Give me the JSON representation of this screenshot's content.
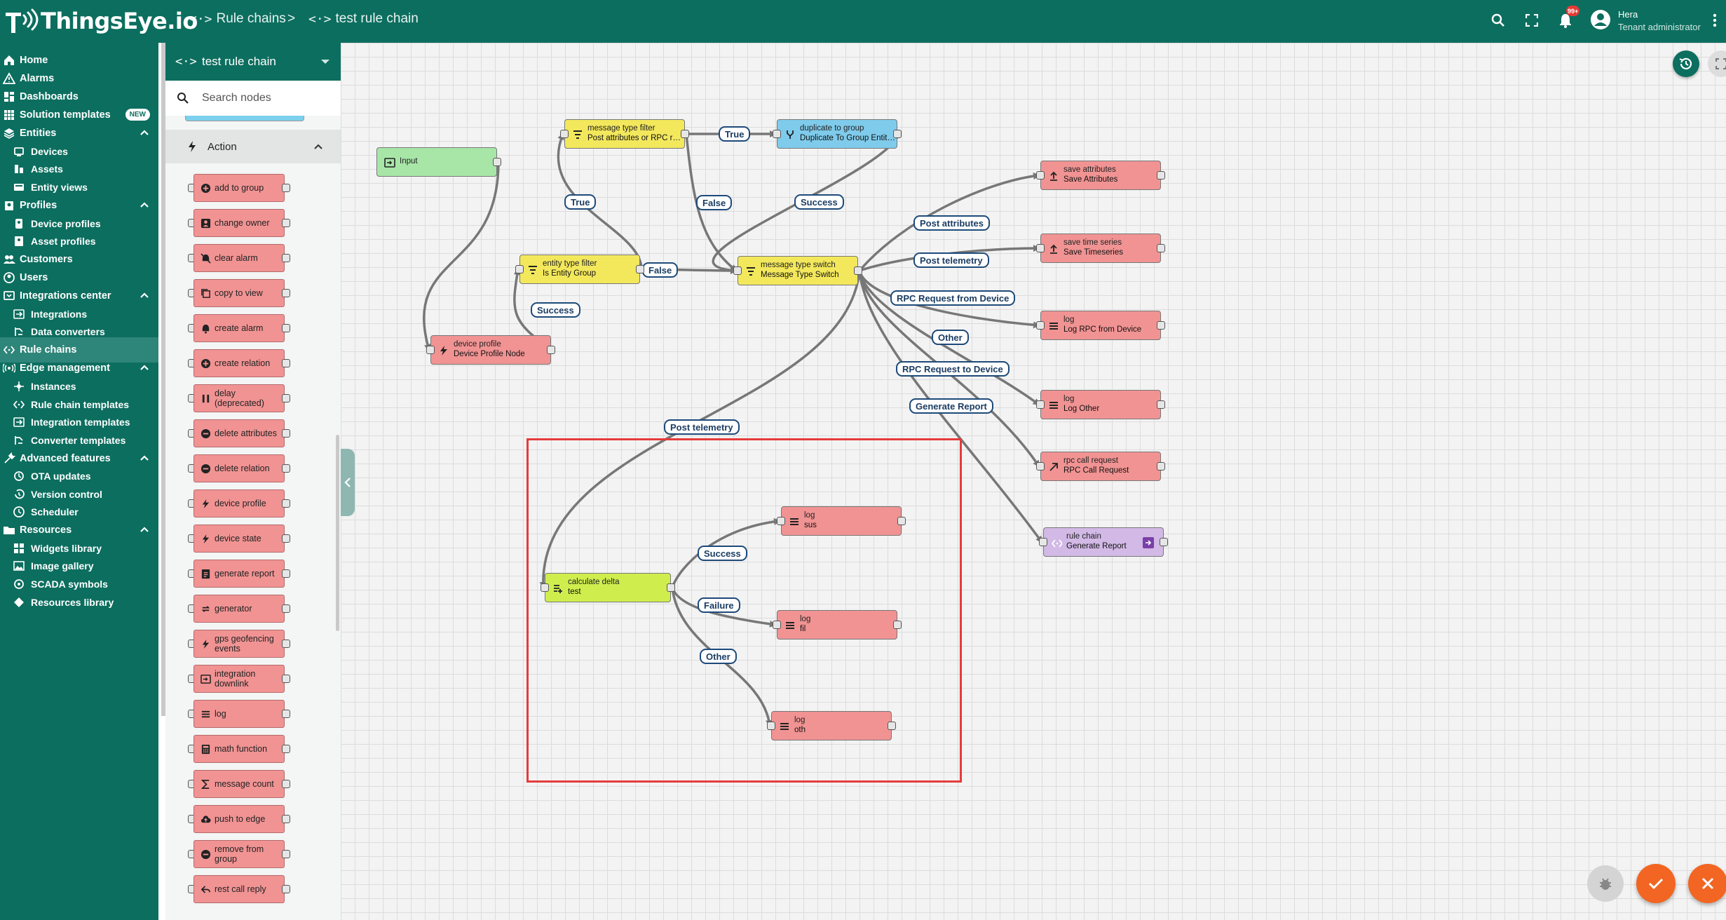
{
  "header": {
    "logo_text": "ThingsEye.io",
    "breadcrumb": [
      {
        "icon": "rule-chain-icon",
        "label": "Rule chains"
      },
      {
        "icon": "rule-chain-icon",
        "label": "test rule chain"
      }
    ],
    "breadcrumb_separator": ">",
    "notification_count": "99+",
    "user_name": "Hera",
    "user_role": "Tenant administrator"
  },
  "sidebar": {
    "items": [
      {
        "label": "Home",
        "icon": "home-icon",
        "level": 0
      },
      {
        "label": "Alarms",
        "icon": "warning-icon",
        "level": 0
      },
      {
        "label": "Dashboards",
        "icon": "dashboard-icon",
        "level": 0
      },
      {
        "label": "Solution templates",
        "icon": "grid-icon",
        "level": 0,
        "badge": "NEW"
      },
      {
        "label": "Entities",
        "icon": "entities-icon",
        "level": 0,
        "expanded": true
      },
      {
        "label": "Devices",
        "icon": "device-icon",
        "level": 1
      },
      {
        "label": "Assets",
        "icon": "asset-icon",
        "level": 1
      },
      {
        "label": "Entity views",
        "icon": "entity-view-icon",
        "level": 1
      },
      {
        "label": "Profiles",
        "icon": "profiles-icon",
        "level": 0,
        "expanded": true
      },
      {
        "label": "Device profiles",
        "icon": "device-profile-icon",
        "level": 1
      },
      {
        "label": "Asset profiles",
        "icon": "asset-profile-icon",
        "level": 1
      },
      {
        "label": "Customers",
        "icon": "customers-icon",
        "level": 0
      },
      {
        "label": "Users",
        "icon": "user-icon",
        "level": 0
      },
      {
        "label": "Integrations center",
        "icon": "integrations-center-icon",
        "level": 0,
        "expanded": true
      },
      {
        "label": "Integrations",
        "icon": "integration-icon",
        "level": 1
      },
      {
        "label": "Data converters",
        "icon": "converter-icon",
        "level": 1
      },
      {
        "label": "Rule chains",
        "icon": "rule-chain-icon",
        "level": 0,
        "active": true
      },
      {
        "label": "Edge management",
        "icon": "edge-icon",
        "level": 0,
        "expanded": true
      },
      {
        "label": "Instances",
        "icon": "instances-icon",
        "level": 1
      },
      {
        "label": "Rule chain templates",
        "icon": "rule-chain-icon",
        "level": 1
      },
      {
        "label": "Integration templates",
        "icon": "integration-icon",
        "level": 1
      },
      {
        "label": "Converter templates",
        "icon": "converter-icon",
        "level": 1
      },
      {
        "label": "Advanced features",
        "icon": "tools-icon",
        "level": 0,
        "expanded": true
      },
      {
        "label": "OTA updates",
        "icon": "ota-icon",
        "level": 1
      },
      {
        "label": "Version control",
        "icon": "history-icon",
        "level": 1
      },
      {
        "label": "Scheduler",
        "icon": "clock-icon",
        "level": 1
      },
      {
        "label": "Resources",
        "icon": "folder-icon",
        "level": 0,
        "expanded": true
      },
      {
        "label": "Widgets library",
        "icon": "widgets-icon",
        "level": 1
      },
      {
        "label": "Image gallery",
        "icon": "image-icon",
        "level": 1
      },
      {
        "label": "SCADA symbols",
        "icon": "scada-icon",
        "level": 1
      },
      {
        "label": "Resources library",
        "icon": "library-icon",
        "level": 1
      }
    ]
  },
  "library": {
    "chain_select": "test rule chain",
    "search_placeholder": "Search nodes",
    "section_title": "Action",
    "nodes": [
      {
        "label": "add to group",
        "icon": "add-circle-icon"
      },
      {
        "label": "change owner",
        "icon": "owner-icon"
      },
      {
        "label": "clear alarm",
        "icon": "alarm-off-icon"
      },
      {
        "label": "copy to view",
        "icon": "copy-icon"
      },
      {
        "label": "create alarm",
        "icon": "alarm-icon"
      },
      {
        "label": "create relation",
        "icon": "add-circle-icon"
      },
      {
        "label": "delay (deprecated)",
        "icon": "pause-icon"
      },
      {
        "label": "delete attributes",
        "icon": "remove-circle-icon"
      },
      {
        "label": "delete relation",
        "icon": "remove-circle-icon"
      },
      {
        "label": "device profile",
        "icon": "bolt-icon"
      },
      {
        "label": "device state",
        "icon": "bolt-icon"
      },
      {
        "label": "generate report",
        "icon": "report-icon"
      },
      {
        "label": "generator",
        "icon": "repeat-icon"
      },
      {
        "label": "gps geofencing events",
        "icon": "bolt-icon"
      },
      {
        "label": "integration downlink",
        "icon": "input-icon"
      },
      {
        "label": "log",
        "icon": "menu-icon"
      },
      {
        "label": "math function",
        "icon": "calculator-icon"
      },
      {
        "label": "message count",
        "icon": "sigma-icon"
      },
      {
        "label": "push to edge",
        "icon": "cloud-upload-icon"
      },
      {
        "label": "remove from group",
        "icon": "remove-circle-icon"
      },
      {
        "label": "rest call reply",
        "icon": "reply-icon"
      }
    ]
  },
  "canvas": {
    "nodes": [
      {
        "id": "input",
        "type": "Input",
        "name": "",
        "color": "#a8e6a8",
        "icon": "input-icon"
      },
      {
        "id": "mtf",
        "type": "message type filter",
        "name": "Post attributes or RPC request",
        "color": "#f3e85c",
        "icon": "filter-icon"
      },
      {
        "id": "dtg",
        "type": "duplicate to group",
        "name": "Duplicate To Group Entities",
        "color": "#7fcbeb",
        "icon": "fork-icon"
      },
      {
        "id": "etf",
        "type": "entity type filter",
        "name": "Is Entity Group",
        "color": "#f3e85c",
        "icon": "filter-icon"
      },
      {
        "id": "mts",
        "type": "message type switch",
        "name": "Message Type Switch",
        "color": "#f3e85c",
        "icon": "filter-icon"
      },
      {
        "id": "dp",
        "type": "device profile",
        "name": "Device Profile Node",
        "color": "#f19393",
        "icon": "bolt-icon"
      },
      {
        "id": "sa",
        "type": "save attributes",
        "name": "Save Attributes",
        "color": "#f19393",
        "icon": "upload-icon"
      },
      {
        "id": "sts",
        "type": "save time series",
        "name": "Save Timeseries",
        "color": "#f19393",
        "icon": "upload-icon"
      },
      {
        "id": "lrpc",
        "type": "log",
        "name": "Log RPC from Device",
        "color": "#f19393",
        "icon": "menu-icon"
      },
      {
        "id": "lother",
        "type": "log",
        "name": "Log Other",
        "color": "#f19393",
        "icon": "menu-icon"
      },
      {
        "id": "rpc",
        "type": "rpc call request",
        "name": "RPC Call Request",
        "color": "#f19393",
        "icon": "arrow-up-right-icon"
      },
      {
        "id": "rc",
        "type": "rule chain",
        "name": "Generate Report",
        "color": "#d2b9e6",
        "icon": "rule-chain-icon"
      },
      {
        "id": "cd",
        "type": "calculate delta",
        "name": "test",
        "color": "#cfee4e",
        "icon": "delta-icon"
      },
      {
        "id": "lsus",
        "type": "log",
        "name": "sus",
        "color": "#f19393",
        "icon": "menu-icon"
      },
      {
        "id": "lfil",
        "type": "log",
        "name": "fil",
        "color": "#f19393",
        "icon": "menu-icon"
      },
      {
        "id": "loth",
        "type": "log",
        "name": "oth",
        "color": "#f19393",
        "icon": "menu-icon"
      }
    ],
    "links": [
      {
        "from": "input",
        "to": "dp",
        "label": ""
      },
      {
        "from": "dp",
        "to": "etf",
        "label": "Success"
      },
      {
        "from": "etf",
        "to": "mtf",
        "label": "True"
      },
      {
        "from": "etf",
        "to": "mts",
        "label": "False"
      },
      {
        "from": "mtf",
        "to": "dtg",
        "label": "True"
      },
      {
        "from": "mtf",
        "to": "mts",
        "label": "False"
      },
      {
        "from": "dtg",
        "to": "mts",
        "label": "Success"
      },
      {
        "from": "mts",
        "to": "sa",
        "label": "Post attributes"
      },
      {
        "from": "mts",
        "to": "sts",
        "label": "Post telemetry"
      },
      {
        "from": "mts",
        "to": "lrpc",
        "label": "RPC Request from Device"
      },
      {
        "from": "mts",
        "to": "lother",
        "label": "Other"
      },
      {
        "from": "mts",
        "to": "rpc",
        "label": "RPC Request to Device"
      },
      {
        "from": "mts",
        "to": "rc",
        "label": "Generate Report"
      },
      {
        "from": "mts",
        "to": "cd",
        "label": "Post telemetry"
      },
      {
        "from": "cd",
        "to": "lsus",
        "label": "Success"
      },
      {
        "from": "cd",
        "to": "lfil",
        "label": "Failure"
      },
      {
        "from": "cd",
        "to": "loth",
        "label": "Other"
      }
    ],
    "highlight_color": "#e53b3b"
  },
  "colors": {
    "primary": "#0c6e5f",
    "accent": "#f26522",
    "link_label": "#1b3d63"
  }
}
